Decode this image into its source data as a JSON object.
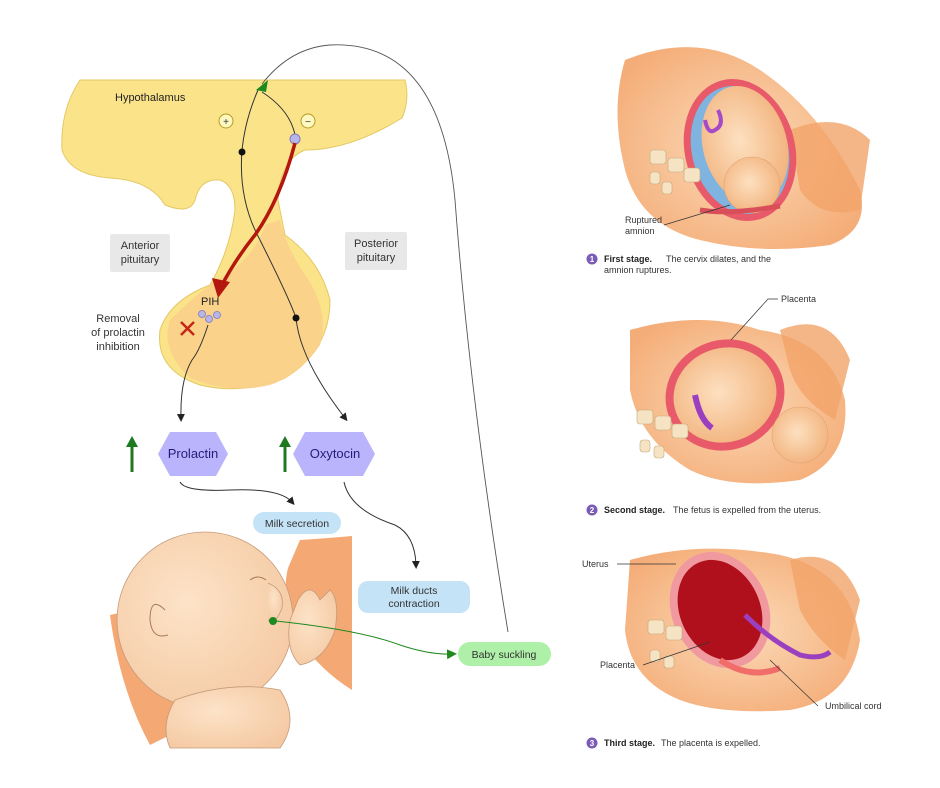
{
  "left_diagram": {
    "hypothalamus_label": "Hypothalamus",
    "plus_sign": "+",
    "minus_sign": "−",
    "anterior_label_line1": "Anterior",
    "anterior_label_line2": "pituitary",
    "posterior_label_line1": "Posterior",
    "posterior_label_line2": "pituitary",
    "pih_label": "PIH",
    "removal_line1": "Removal",
    "removal_line2": "of prolactin",
    "removal_line3": "inhibition",
    "prolactin_label": "Prolactin",
    "oxytocin_label": "Oxytocin",
    "milk_secretion_label": "Milk secretion",
    "milk_ducts_line1": "Milk ducts",
    "milk_ducts_line2": "contraction",
    "baby_suckling_label": "Baby suckling",
    "colors": {
      "hypothalamus": "#fbe38a",
      "pituitary": "#f9cf8a",
      "hexagon": "#b9b4fb",
      "pill_blue": "#c5e3f7",
      "pill_green": "#aef0a8",
      "inhibition_arrow": "#b3170d",
      "increase_arrow": "#1e7a1e"
    }
  },
  "right_panels": {
    "stage1": {
      "number": "1",
      "title": "First stage.",
      "text_line1": "The cervix dilates, and the",
      "text_line2": "amnion ruptures.",
      "callout_line1": "Ruptured",
      "callout_line2": "amnion"
    },
    "stage2": {
      "number": "2",
      "title": "Second stage.",
      "text": "The fetus is expelled from the uterus.",
      "callout": "Placenta"
    },
    "stage3": {
      "number": "3",
      "title": "Third stage.",
      "text": "The placenta is expelled.",
      "callout_uterus": "Uterus",
      "callout_placenta": "Placenta",
      "callout_cord": "Umbilical cord"
    },
    "badge_color": "#7a5bb5"
  }
}
